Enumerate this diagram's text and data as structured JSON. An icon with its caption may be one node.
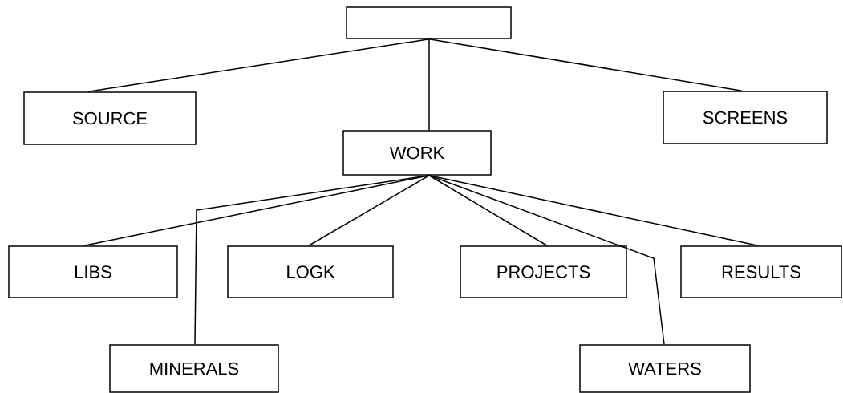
{
  "diagram": {
    "nodes": [
      {
        "text": [],
        "shape": "box"
      },
      {
        "text": [
          "SOURCE"
        ]
      },
      {
        "text": [
          "WORK"
        ]
      },
      {
        "text": [
          "SCREENS"
        ]
      },
      {
        "text": [
          "LIBS"
        ]
      },
      {
        "text": [
          "LOGK"
        ]
      },
      {
        "text": [
          "PROJECTS"
        ]
      },
      {
        "text": [
          "RESULTS"
        ]
      },
      {
        "text": [
          "MINERALS"
        ]
      },
      {
        "text": [
          "WATERS"
        ]
      }
    ],
    "edges": [
      {
        "from": 0,
        "to": 1,
        "arrow": "none"
      },
      {
        "from": 0,
        "to": 2,
        "arrow": "none"
      },
      {
        "from": 0,
        "to": 3,
        "arrow": "none"
      },
      {
        "from": 2,
        "to": 4,
        "arrow": "none"
      },
      {
        "from": 2,
        "to": 8,
        "arrow": "none"
      },
      {
        "from": 2,
        "to": 5,
        "arrow": "none"
      },
      {
        "from": 2,
        "to": 6,
        "arrow": "none"
      },
      {
        "from": 2,
        "to": 9,
        "arrow": "none"
      },
      {
        "from": 2,
        "to": 7,
        "arrow": "none"
      }
    ]
  }
}
